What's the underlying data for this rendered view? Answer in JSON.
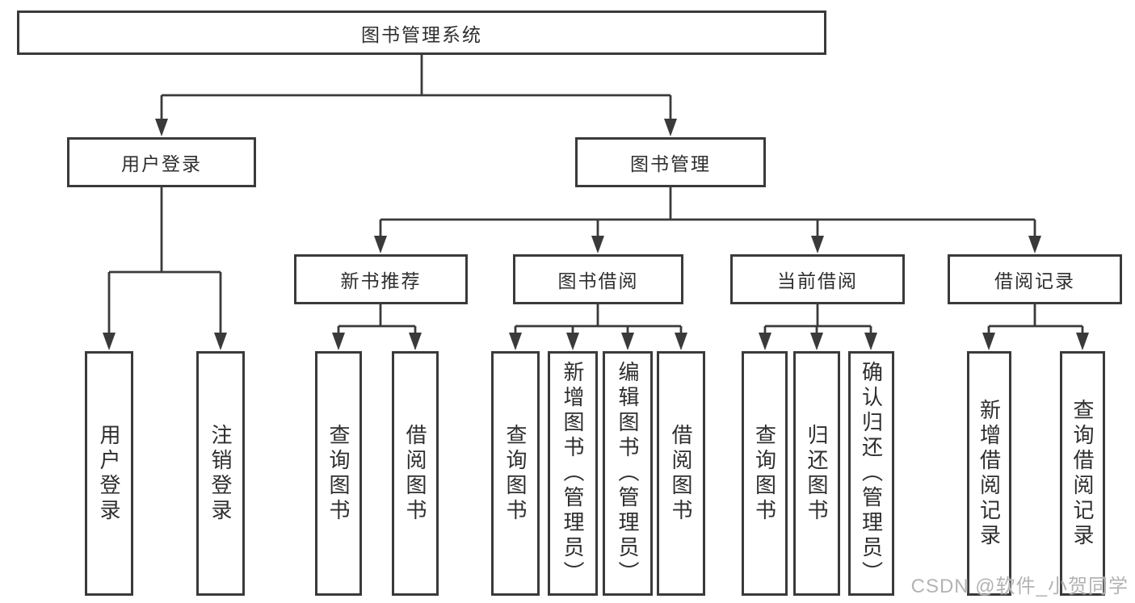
{
  "tree": {
    "root": {
      "label": "图书管理系统"
    },
    "level2": [
      {
        "label": "用户登录"
      },
      {
        "label": "图书管理"
      }
    ],
    "level3": [
      {
        "label": "新书推荐"
      },
      {
        "label": "图书借阅"
      },
      {
        "label": "当前借阅"
      },
      {
        "label": "借阅记录"
      }
    ],
    "leaves": {
      "user_login": [
        "用户登录",
        "注销登录"
      ],
      "new_book": [
        "查询图书",
        "借阅图书"
      ],
      "book_borrow": [
        "查询图书",
        "新增图书（管理员）",
        "编辑图书（管理员）",
        "借阅图书"
      ],
      "current_borrow": [
        "查询图书",
        "归还图书",
        "确认归还（管理员）"
      ],
      "borrow_record": [
        "新增借阅记录",
        "查询借阅记录"
      ]
    }
  },
  "colors": {
    "line": "#3a3a3a",
    "text": "#2e2e2e",
    "watermark_text": "#b3b3b3",
    "background": "#ffffff"
  },
  "watermark": "CSDN @软件_小贺同学"
}
